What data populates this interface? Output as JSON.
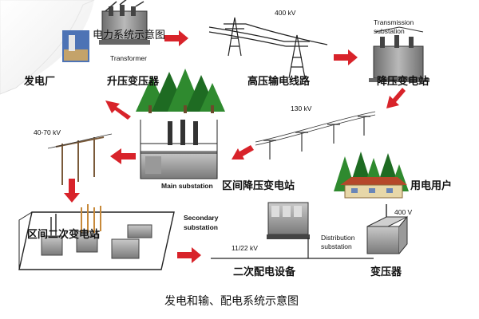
{
  "diagram": {
    "caption": "发电和输、配电系统示意图",
    "title_overlay": "电力系统示意图",
    "labels": {
      "power_plant": "发电厂",
      "transformer_en": "Transformer",
      "step_up_substation": "升压变压器",
      "voltage_400kv": "400 kV",
      "hv_line": "高压输电线路",
      "transmission_substation_en_1": "Transmission",
      "transmission_substation_en_2": "substation",
      "step_down_substation": "降压变电站",
      "voltage_130kv": "130 kV",
      "voltage_40_70kv": "40-70 kV",
      "main_substation_en": "Main substation",
      "district_step_down": "区间降压变电站",
      "consumers": "用电用户",
      "voltage_400v": "400 V",
      "secondary_substation_en_1": "Secondary",
      "secondary_substation_en_2": "substation",
      "district_secondary": "区间二次变电站",
      "voltage_11_22kv": "11/22 kV",
      "distribution_substation_en_1": "Distribution",
      "distribution_substation_en_2": "substation",
      "secondary_distribution_equipment": "二次配电设备",
      "transformer_cn": "变压器"
    },
    "colors": {
      "arrow": "#d8232a",
      "tree": "#2f8a2f",
      "tree_dark": "#1e6b22",
      "equipment": "#8c8c8c",
      "equipment_dark": "#555555",
      "line": "#222222"
    }
  }
}
